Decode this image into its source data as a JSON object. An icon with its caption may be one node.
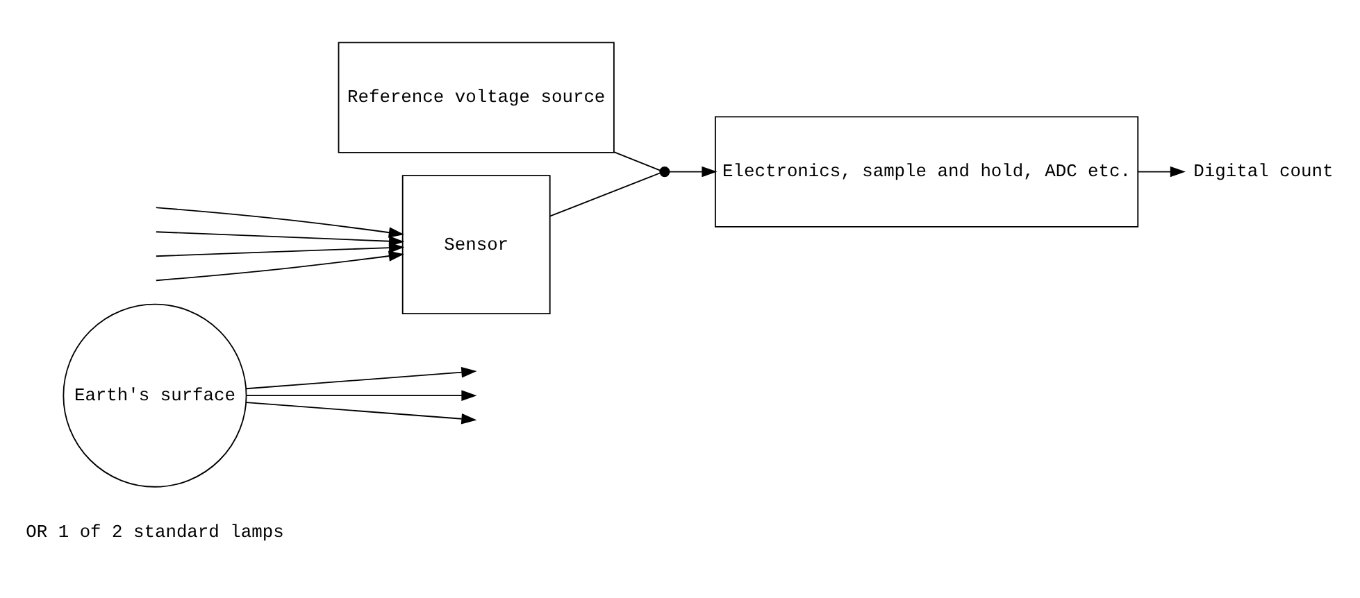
{
  "diagram": {
    "nodes": [
      {
        "text": [
          "Earth's surface"
        ],
        "beside": [
          "OR 1 of 2 standard lamps"
        ]
      },
      {
        "text": [
          "Sensor"
        ]
      },
      {
        "text": [],
        "shape": "switch"
      },
      {
        "text": [
          "Reference voltage source"
        ]
      },
      {
        "text": [
          "Electronics, sample and hold, ADC etc."
        ]
      },
      {
        "text": [
          "Digital count"
        ]
      }
    ],
    "edges": [
      {
        "from": 0,
        "to": null,
        "arrow": "to"
      },
      {
        "from": 0,
        "to": null,
        "arrow": "to"
      },
      {
        "from": 0,
        "to": null,
        "arrow": "to"
      },
      {
        "from": null,
        "to": 1,
        "arrow": "to"
      },
      {
        "from": null,
        "to": 1,
        "arrow": "to"
      },
      {
        "from": null,
        "to": 1,
        "arrow": "to"
      },
      {
        "from": null,
        "to": 1,
        "arrow": "to"
      },
      {
        "from": 1,
        "to": 2,
        "arrow": "none"
      },
      {
        "from": 3,
        "to": 2,
        "arrow": "none"
      },
      {
        "from": 2,
        "to": 4,
        "arrow": "to"
      },
      {
        "from": 4,
        "to": 5,
        "arrow": "to"
      }
    ]
  }
}
